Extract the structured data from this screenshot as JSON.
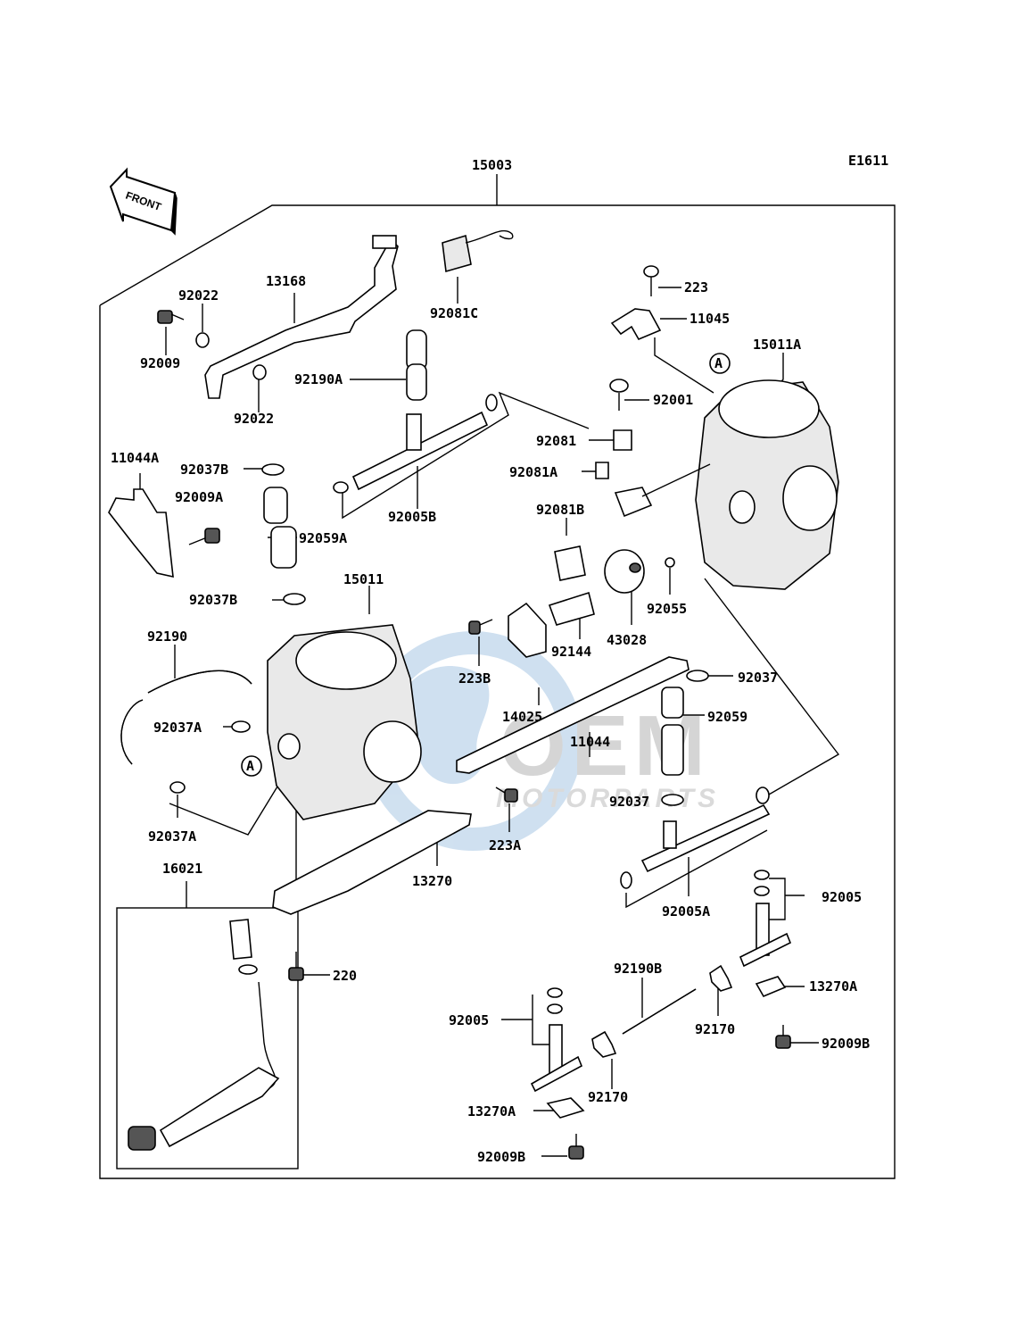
{
  "diagram": {
    "code": "E1611",
    "front_label": "FRONT",
    "watermark": {
      "text": "OEM",
      "subtext": "MOTORPARTS"
    },
    "callouts": [
      {
        "id": "15003",
        "text": "15003"
      },
      {
        "id": "13168",
        "text": "13168"
      },
      {
        "id": "92022a",
        "text": "92022"
      },
      {
        "id": "92009",
        "text": "92009"
      },
      {
        "id": "92022b",
        "text": "92022"
      },
      {
        "id": "92081C",
        "text": "92081C"
      },
      {
        "id": "223",
        "text": "223"
      },
      {
        "id": "11045",
        "text": "11045"
      },
      {
        "id": "15011A",
        "text": "15011A"
      },
      {
        "id": "92190A",
        "text": "92190A"
      },
      {
        "id": "92001",
        "text": "92001"
      },
      {
        "id": "92081",
        "text": "92081"
      },
      {
        "id": "11044A",
        "text": "11044A"
      },
      {
        "id": "92037Ba",
        "text": "92037B"
      },
      {
        "id": "92081A",
        "text": "92081A"
      },
      {
        "id": "92009A",
        "text": "92009A"
      },
      {
        "id": "92005B",
        "text": "92005B"
      },
      {
        "id": "92081B",
        "text": "92081B"
      },
      {
        "id": "92059A",
        "text": "92059A"
      },
      {
        "id": "92055",
        "text": "92055"
      },
      {
        "id": "15011",
        "text": "15011"
      },
      {
        "id": "92037Bb",
        "text": "92037B"
      },
      {
        "id": "43028",
        "text": "43028"
      },
      {
        "id": "92144",
        "text": "92144"
      },
      {
        "id": "92190",
        "text": "92190"
      },
      {
        "id": "223B",
        "text": "223B"
      },
      {
        "id": "92037",
        "text": "92037"
      },
      {
        "id": "14025",
        "text": "14025"
      },
      {
        "id": "92037Aa",
        "text": "92037A"
      },
      {
        "id": "92059",
        "text": "92059"
      },
      {
        "id": "11044",
        "text": "11044"
      },
      {
        "id": "92037b",
        "text": "92037"
      },
      {
        "id": "92037Ab",
        "text": "92037A"
      },
      {
        "id": "223A",
        "text": "223A"
      },
      {
        "id": "16021",
        "text": "16021"
      },
      {
        "id": "13270",
        "text": "13270"
      },
      {
        "id": "92005a",
        "text": "92005"
      },
      {
        "id": "92005A",
        "text": "92005A"
      },
      {
        "id": "220",
        "text": "220"
      },
      {
        "id": "92190B",
        "text": "92190B"
      },
      {
        "id": "13270Aa",
        "text": "13270A"
      },
      {
        "id": "92005b",
        "text": "92005"
      },
      {
        "id": "92170a",
        "text": "92170"
      },
      {
        "id": "92009Ba",
        "text": "92009B"
      },
      {
        "id": "92170b",
        "text": "92170"
      },
      {
        "id": "13270Ab",
        "text": "13270A"
      },
      {
        "id": "92009Bb",
        "text": "92009B"
      }
    ],
    "ref_markers": [
      {
        "id": "upper",
        "text": "A"
      },
      {
        "id": "lower",
        "text": "A"
      }
    ]
  }
}
